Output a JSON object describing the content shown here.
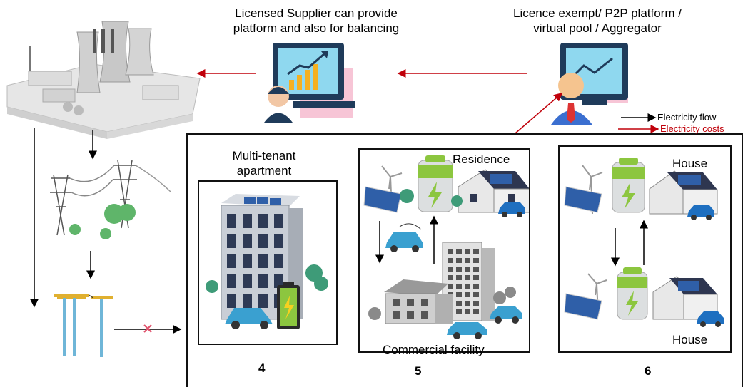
{
  "top": {
    "supplier_text_line1": "Licensed Supplier can provide",
    "supplier_text_line2": "platform and also for balancing",
    "platform_text_line1": "Licence exempt/ P2P platform /",
    "platform_text_line2": "virtual pool / Aggregator"
  },
  "legend": {
    "flow_label": "Electricity flow",
    "cost_label": "Electricity costs",
    "flow_color": "#000000",
    "cost_color": "#c0000a"
  },
  "scenarios": {
    "apartment_title_line1": "Multi-tenant",
    "apartment_title_line2": "apartment",
    "residence_label": "Residence",
    "commercial_label": "Commercial facility",
    "house_top_label": "House",
    "house_bottom_label": "House",
    "num_4": "4",
    "num_5": "5",
    "num_6": "6"
  },
  "colors": {
    "arrow_black": "#000000",
    "arrow_red": "#c0000a",
    "cross": "#e0506a",
    "monitor_frame": "#1f3b5a",
    "screen": "#8fd8ef",
    "battery_green": "#8cc63f",
    "panel_blue": "#2f5fa8",
    "car_blue": "#3aa0d0"
  },
  "icons": [
    "power-plant-icon",
    "consultant-laptop-icon",
    "analyst-monitor-icon",
    "transmission-tower-icon",
    "utility-pole-icon",
    "apartment-building-icon",
    "battery-icon",
    "solar-panel-icon",
    "wind-turbine-icon",
    "house-icon",
    "electric-car-icon",
    "office-building-icon",
    "tree-icon"
  ]
}
